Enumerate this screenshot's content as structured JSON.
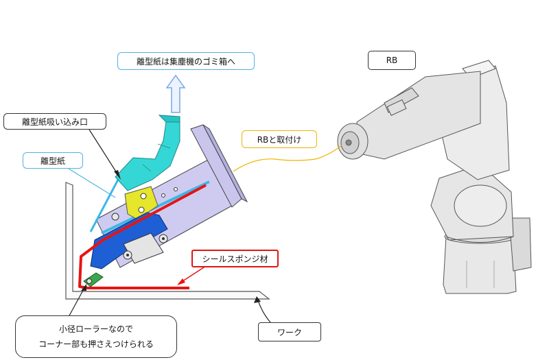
{
  "callouts": {
    "release_paper_to_bin": "離型紙は集塵機のゴミ箱へ",
    "robot": "RB",
    "suction_inlet": "離型紙吸い込み口",
    "robot_mount": "RBと取付け",
    "release_paper": "離型紙",
    "seal_sponge": "シールスポンジ材",
    "workpiece": "ワーク",
    "small_roller_line1": "小径ローラーなので",
    "small_roller_line2": "コーナー部も押さえつけられる"
  },
  "colors": {
    "duct": "#35d6d6",
    "release_paper_line": "#3cb7e8",
    "seal_sponge": "#e61414",
    "bracket": "#e6e62a",
    "roller_arm": "#1e5fd6",
    "plate": "#c9c5ec",
    "robot_body": "#e6e6e6",
    "mount_leader": "#f0b400"
  }
}
